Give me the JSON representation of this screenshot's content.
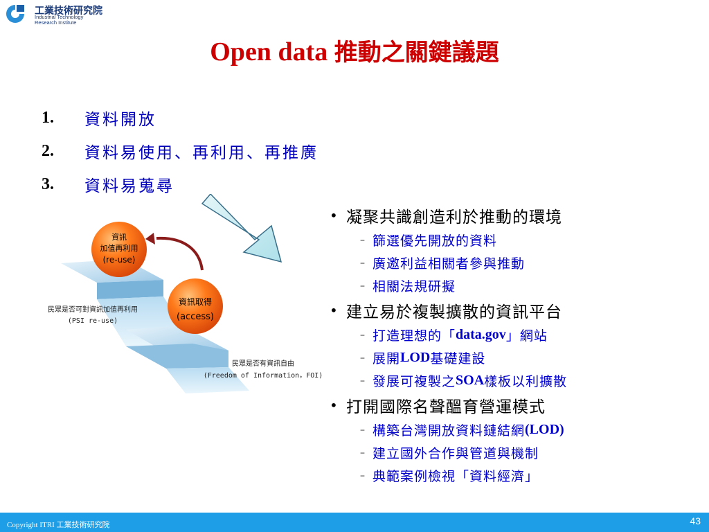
{
  "logo": {
    "name_cn": "工業技術研究院",
    "name_en_line1": "Industrial Technology",
    "name_en_line2": "Research Institute"
  },
  "title": {
    "en": "Open data ",
    "cn": "推動之關鍵議題"
  },
  "numbered_list": [
    {
      "num": "1.",
      "text": "資料開放"
    },
    {
      "num": "2.",
      "text": "資料易使用、再利用、再推廣"
    },
    {
      "num": "3.",
      "text": "資料易蒐尋"
    }
  ],
  "diagram": {
    "sphere_top": {
      "line1": "資訊",
      "line2": "加值再利用",
      "line3": "(re-use)"
    },
    "sphere_bottom": {
      "line1": "資訊取得",
      "line2": "(access)"
    },
    "left_caption": {
      "line1": "民眾是否可對資訊加值再利用",
      "line2": "(PSI re-use)"
    },
    "bottom_caption": {
      "line1": "民眾是否有資訊自由",
      "line2": "(Freedom of Information，FOI)"
    }
  },
  "bullets": [
    {
      "text": "凝聚共識創造利於推動的環境",
      "subs": [
        {
          "pre": "篩選優先開放的資料"
        },
        {
          "pre": "廣邀利益相關者參與推動"
        },
        {
          "pre": "相關法規研擬"
        }
      ]
    },
    {
      "text": "建立易於複製擴散的資訊平台",
      "subs": [
        {
          "pre": "打造理想的「",
          "lat": "data.gov",
          "post": "」網站"
        },
        {
          "pre": "展開",
          "lat": "LOD",
          "post": "基礎建設"
        },
        {
          "pre": "發展可複製之",
          "lat": "SOA",
          "post": "樣板以利擴散"
        }
      ]
    },
    {
      "text": "打開國際名聲醞育營運模式",
      "subs": [
        {
          "pre": "構築台灣開放資料鏈結網",
          "lat": "(LOD)"
        },
        {
          "pre": "建立國外合作與管道與機制"
        },
        {
          "pre": "典範案例檢視「資料經濟」"
        }
      ]
    }
  ],
  "footer": {
    "copyright": "Copyright  ITRI 工業技術研究院",
    "page": "43"
  },
  "colors": {
    "title": "#cc0000",
    "list_text": "#0000bb",
    "sub_text": "#0000cc",
    "footer_bg": "#1e9ee6",
    "sphere": "#ff6a10"
  }
}
